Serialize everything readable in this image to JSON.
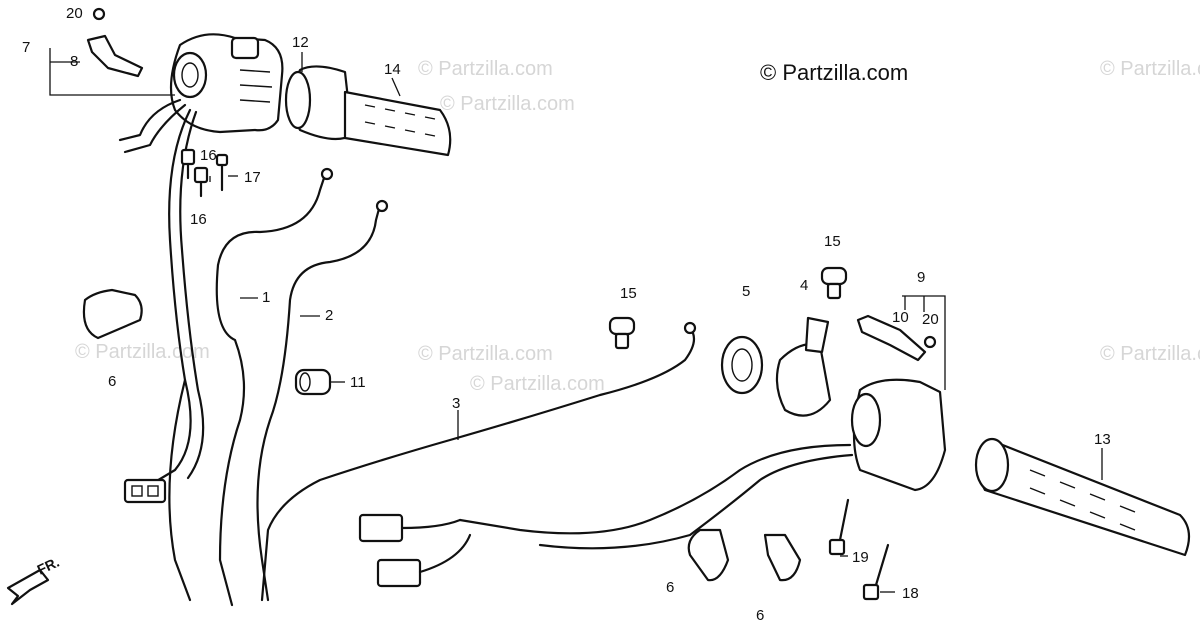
{
  "copyright": "© Partzilla.com",
  "watermark": "© Partzilla.com",
  "front_label": "FR.",
  "callouts": {
    "c1": "1",
    "c2": "2",
    "c3": "3",
    "c4": "4",
    "c5": "5",
    "c6a": "6",
    "c6b": "6",
    "c6c": "6",
    "c7": "7",
    "c8": "8",
    "c9": "9",
    "c10": "10",
    "c11": "11",
    "c12": "12",
    "c13": "13",
    "c14": "14",
    "c15a": "15",
    "c15b": "15",
    "c16a": "16",
    "c16b": "16",
    "c17": "17",
    "c18": "18",
    "c19": "19",
    "c20a": "20",
    "c20b": "20"
  }
}
